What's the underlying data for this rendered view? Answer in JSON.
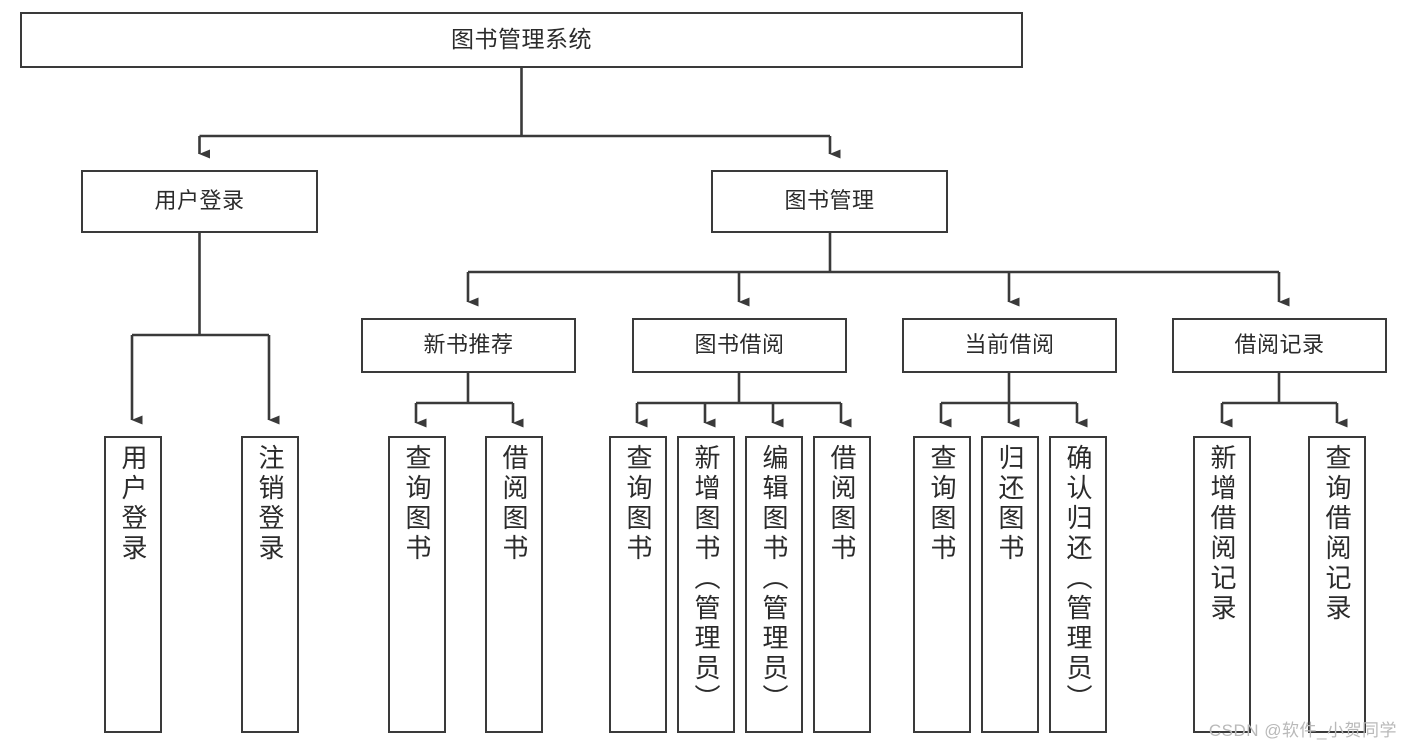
{
  "diagram": {
    "type": "tree-hierarchy",
    "title": "图书管理系统",
    "root": {
      "id": "root",
      "label": "图书管理系统",
      "orientation": "horizontal"
    },
    "level2": [
      {
        "id": "user-login",
        "label": "用户登录",
        "orientation": "horizontal"
      },
      {
        "id": "book-manage",
        "label": "图书管理",
        "orientation": "horizontal"
      }
    ],
    "level3": [
      {
        "id": "new-book-rec",
        "label": "新书推荐",
        "orientation": "horizontal",
        "parent": "book-manage"
      },
      {
        "id": "book-borrow",
        "label": "图书借阅",
        "orientation": "horizontal",
        "parent": "book-manage"
      },
      {
        "id": "current-borrow",
        "label": "当前借阅",
        "orientation": "horizontal",
        "parent": "book-manage"
      },
      {
        "id": "borrow-record",
        "label": "借阅记录",
        "orientation": "horizontal",
        "parent": "book-manage"
      }
    ],
    "leaves": [
      {
        "id": "leaf-user-login",
        "label": "用户登录",
        "parent": "user-login"
      },
      {
        "id": "leaf-logout",
        "label": "注销登录",
        "parent": "user-login"
      },
      {
        "id": "leaf-query-book-1",
        "label": "查询图书",
        "parent": "new-book-rec"
      },
      {
        "id": "leaf-borrow-book-1",
        "label": "借阅图书",
        "parent": "new-book-rec"
      },
      {
        "id": "leaf-query-book-2",
        "label": "查询图书",
        "parent": "book-borrow"
      },
      {
        "id": "leaf-add-book",
        "label": "新增图书（管理员）",
        "parent": "book-borrow"
      },
      {
        "id": "leaf-edit-book",
        "label": "编辑图书（管理员）",
        "parent": "book-borrow"
      },
      {
        "id": "leaf-borrow-book-2",
        "label": "借阅图书",
        "parent": "book-borrow"
      },
      {
        "id": "leaf-query-book-3",
        "label": "查询图书",
        "parent": "current-borrow"
      },
      {
        "id": "leaf-return-book",
        "label": "归还图书",
        "parent": "current-borrow"
      },
      {
        "id": "leaf-confirm-return",
        "label": "确认归还（管理员）",
        "parent": "current-borrow"
      },
      {
        "id": "leaf-add-record",
        "label": "新增借阅记录",
        "parent": "borrow-record"
      },
      {
        "id": "leaf-query-record",
        "label": "查询借阅记录",
        "parent": "borrow-record"
      }
    ],
    "colors": {
      "box_border": "#3a3a3a",
      "box_fill": "#ffffff",
      "connector": "#3a3a3a",
      "text": "#2b2b2b",
      "watermark": "#b9b9b9",
      "background": "#ffffff"
    }
  },
  "watermark": {
    "text": "CSDN @软件_小贺同学"
  }
}
